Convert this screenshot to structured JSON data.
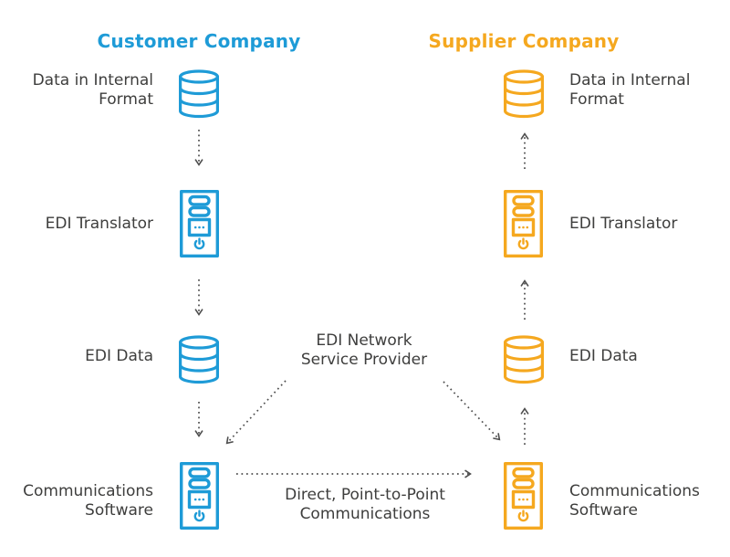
{
  "colors": {
    "customer_accent": "#1E9BD7",
    "supplier_accent": "#F5A81F",
    "text": "#3E3E3D",
    "arrow": "#4D4D4D",
    "background": "#FFFFFF"
  },
  "customer": {
    "title": "Customer Company",
    "nodes": [
      {
        "label": "Data in Internal Format",
        "icon": "database"
      },
      {
        "label": "EDI Translator",
        "icon": "server"
      },
      {
        "label": "EDI Data",
        "icon": "database"
      },
      {
        "label": "Communications Software",
        "icon": "server"
      }
    ]
  },
  "supplier": {
    "title": "Supplier Company",
    "nodes": [
      {
        "label": "Data in Internal Format",
        "icon": "database"
      },
      {
        "label": "EDI Translator",
        "icon": "server"
      },
      {
        "label": "EDI Data",
        "icon": "database"
      },
      {
        "label": "Communications Software",
        "icon": "server"
      }
    ]
  },
  "connections": {
    "network_provider_label": "EDI Network Service Provider",
    "direct_label": "Direct, Point-to-Point Communications"
  }
}
